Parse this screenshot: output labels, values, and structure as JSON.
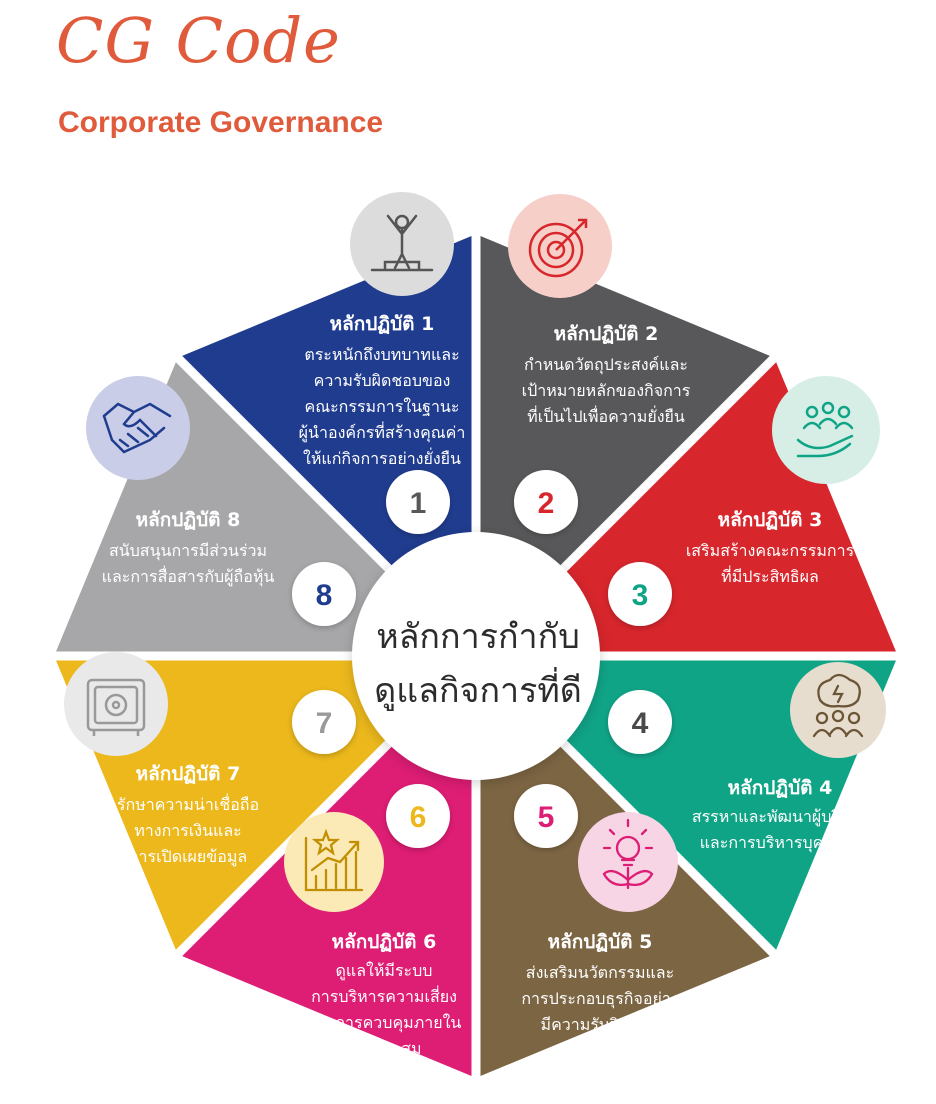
{
  "header": {
    "title": "CG Code",
    "subtitle": "Corporate Governance"
  },
  "center": {
    "line1": "หลักการกำกับ",
    "line2": "ดูแลกิจการที่ดี"
  },
  "principles": [
    {
      "number": "1",
      "title": "หลักปฏิบัติ 1",
      "lines": [
        "ตระหนักถึงบทบาทและ",
        "ความรับผิดชอบของ",
        "คณะกรรมการในฐานะ",
        "ผู้นำองค์กรที่สร้างคุณค่า",
        "ให้แก่กิจการอย่างยั่งยืน"
      ],
      "color": "#58585a",
      "number_color": "#58585a",
      "icon": "leader-podium-icon"
    },
    {
      "number": "2",
      "title": "หลักปฏิบัติ 2",
      "lines": [
        "กำหนดวัตถุประสงค์และ",
        "เป้าหมายหลักของกิจการ",
        "ที่เป็นไปเพื่อความยั่งยืน"
      ],
      "color": "#d7262c",
      "number_color": "#d7262c",
      "icon": "target-icon"
    },
    {
      "number": "3",
      "title": "หลักปฏิบัติ 3",
      "lines": [
        "เสริมสร้างคณะกรรมการ",
        "ที่มีประสิทธิผล"
      ],
      "color": "#10a487",
      "number_color": "#10a487",
      "icon": "people-hand-icon"
    },
    {
      "number": "4",
      "title": "หลักปฏิบัติ 4",
      "lines": [
        "สรรหาและพัฒนาผู้บริหาร",
        "และการบริหารบุคลากร"
      ],
      "color": "#7c6543",
      "number_color": "#4a4a4a",
      "icon": "brain-team-icon"
    },
    {
      "number": "5",
      "title": "หลักปฏิบัติ 5",
      "lines": [
        "ส่งเสริมนวัตกรรมและ",
        "การประกอบธุรกิจอย่าง",
        "มีความรับผิดชอบ"
      ],
      "color": "#de1d74",
      "number_color": "#de1d74",
      "icon": "lightbulb-plant-icon"
    },
    {
      "number": "6",
      "title": "หลักปฏิบัติ 6",
      "lines": [
        "ดูแลให้มีระบบ",
        "การบริหารความเสี่ยง",
        "และการควบคุมภายใน",
        "ที่เหมาะสม"
      ],
      "color": "#ecb81c",
      "number_color": "#ecb81c",
      "icon": "growth-chart-icon"
    },
    {
      "number": "7",
      "title": "หลักปฏิบัติ 7",
      "lines": [
        "รักษาความน่าเชื่อถือ",
        "ทางการเงินและ",
        "การเปิดเผยข้อมูล"
      ],
      "color": "#a7a7a9",
      "number_color": "#9a9a9a",
      "icon": "safe-icon"
    },
    {
      "number": "8",
      "title": "หลักปฏิบัติ 8",
      "lines": [
        "สนับสนุนการมีส่วนร่วม",
        "และการสื่อสารกับผู้ถือหุ้น"
      ],
      "color": "#203c8f",
      "number_color": "#203c8f",
      "icon": "handshake-icon"
    }
  ]
}
